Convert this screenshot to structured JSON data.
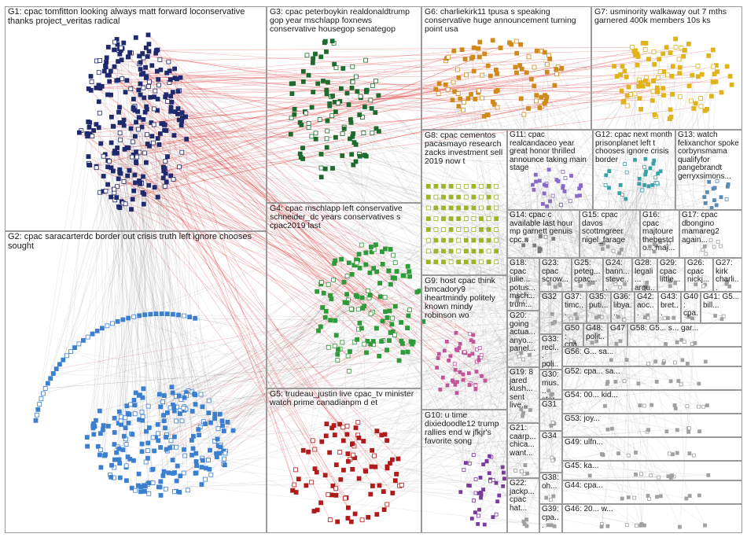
{
  "groups": [
    {
      "id": "G1",
      "label": "G1: cpac tomfitton looking always matt forward loconservative thanks project_veritas radical",
      "color": "#1f2a6e"
    },
    {
      "id": "G2",
      "label": "G2: cpac saracarterdc border out crisis truth left ignore chooses sought",
      "color": "#3b7fd0"
    },
    {
      "id": "G3",
      "label": "G3: cpac peterboykin realdonaldtrump gop year mschlapp foxnews conservative housegop senategop",
      "color": "#1e6b2e"
    },
    {
      "id": "G4",
      "label": "G4: cpac mschlapp left conservative schneider_dc years conservatives s cpac2019 last",
      "color": "#2e9a3a"
    },
    {
      "id": "G5",
      "label": "G5: trudeau_justin live cpac_tv minister watch prime canadianpm d et",
      "color": "#b01b1b"
    },
    {
      "id": "G6",
      "label": "G6: charliekirk11 tpusa s speaking conservative huge announcement turning point usa",
      "color": "#d08a1c"
    },
    {
      "id": "G7",
      "label": "G7: usminority walkaway out 7 mths garnered 400k members 10s ks",
      "color": "#e0b21c"
    },
    {
      "id": "G8",
      "label": "G8: cpac cementos pacasmayo research zacks investment sell 2019 now t",
      "color": "#9fb32a"
    },
    {
      "id": "G9",
      "label": "G9: host cpac think bmcadory9 iheartmindy politely known mindy robinson wo",
      "color": "#c2559a"
    },
    {
      "id": "G10",
      "label": "G10: u time dixiedoodle12 trump rallies end w jfkjr's favorite song",
      "color": "#7a3aa0"
    },
    {
      "id": "G11",
      "label": "G11: cpac realcandaceo year great honor thrilled announce taking main stage",
      "color": "#8a6ac8"
    },
    {
      "id": "G12",
      "label": "G12: cpac next month prisonplanet left t chooses ignore crisis border",
      "color": "#3aa0a8"
    },
    {
      "id": "G13",
      "label": "G13: watch felixanchor spoke corbynsmama qualifyfor pangebrandt gerryxsimons...",
      "color": "#5a8ab8"
    },
    {
      "id": "G14",
      "label": "G14: cpac c available last hour mp garnett genuis cpc...",
      "color": "#7a7a7a"
    },
    {
      "id": "G15",
      "label": "G15: cpac davos scottmgreer nigel_farage",
      "color": "#a0a0a0"
    },
    {
      "id": "G16",
      "label": "G16: cpac majtoure thebestclo... maj...",
      "color": "#a0a0a0"
    },
    {
      "id": "G17",
      "label": "G17: cpac dbongino mamareg2 again...",
      "color": "#a0a0a0"
    },
    {
      "id": "G18",
      "label": "G18: cpac julie... potus... msch... trum...",
      "color": "#a0a0a0"
    },
    {
      "id": "G23",
      "label": "G23: cpac scrow...",
      "color": "#a0a0a0"
    },
    {
      "id": "G25",
      "label": "G25: peteg... cpac...",
      "color": "#a0a0a0"
    },
    {
      "id": "G24",
      "label": "G24: bann... steve...",
      "color": "#a0a0a0"
    },
    {
      "id": "G28",
      "label": "G28: legali... argu...",
      "color": "#a0a0a0"
    },
    {
      "id": "G29",
      "label": "G29: cpac little...",
      "color": "#a0a0a0"
    },
    {
      "id": "G26",
      "label": "G26: cpac nickj...",
      "color": "#a0a0a0"
    },
    {
      "id": "G27",
      "label": "G27: kirk charli...",
      "color": "#a0a0a0"
    },
    {
      "id": "G32",
      "label": "G32",
      "color": "#a0a0a0"
    },
    {
      "id": "G37",
      "label": "G37: timc...",
      "color": "#a0a0a0"
    },
    {
      "id": "G35",
      "label": "G35: puti...",
      "color": "#a0a0a0"
    },
    {
      "id": "G36",
      "label": "G36: libya...",
      "color": "#a0a0a0"
    },
    {
      "id": "G42",
      "label": "G42: aoc...",
      "color": "#a0a0a0"
    },
    {
      "id": "G43",
      "label": "G43: bret...",
      "color": "#a0a0a0"
    },
    {
      "id": "G40",
      "label": "G40: cpa...",
      "color": "#a0a0a0"
    },
    {
      "id": "G41",
      "label": "G41: G5... bill...",
      "color": "#a0a0a0"
    },
    {
      "id": "G20",
      "label": "G20: going actua... anyo... panel...",
      "color": "#a0a0a0"
    },
    {
      "id": "G33",
      "label": "G33: recl... poli...",
      "color": "#a0a0a0"
    },
    {
      "id": "G50",
      "label": "G50: cpa...",
      "color": "#a0a0a0"
    },
    {
      "id": "G48",
      "label": "G48: polit...",
      "color": "#a0a0a0"
    },
    {
      "id": "G47",
      "label": "G47",
      "color": "#a0a0a0"
    },
    {
      "id": "G58",
      "label": "G58: G5... s... gar...",
      "color": "#a0a0a0"
    },
    {
      "id": "G56",
      "label": "G56: G... sa...",
      "color": "#a0a0a0"
    },
    {
      "id": "G52",
      "label": "G52: cpa... sa...",
      "color": "#a0a0a0"
    },
    {
      "id": "G30",
      "label": "G30: mus... stor...",
      "color": "#a0a0a0"
    },
    {
      "id": "G19",
      "label": "G19: 8 jared kush... sent live...",
      "color": "#a0a0a0"
    },
    {
      "id": "G54",
      "label": "G54: 00... kid...",
      "color": "#a0a0a0"
    },
    {
      "id": "G31",
      "label": "G31",
      "color": "#a0a0a0"
    },
    {
      "id": "G53",
      "label": "G53: joy...",
      "color": "#a0a0a0"
    },
    {
      "id": "G21",
      "label": "G21: caarp... chica... want...",
      "color": "#a0a0a0"
    },
    {
      "id": "G34",
      "label": "G34",
      "color": "#a0a0a0"
    },
    {
      "id": "G49",
      "label": "G49: ulfn...",
      "color": "#a0a0a0"
    },
    {
      "id": "G45",
      "label": "G45: ka...",
      "color": "#a0a0a0"
    },
    {
      "id": "G38",
      "label": "G38: oh...",
      "color": "#a0a0a0"
    },
    {
      "id": "G44",
      "label": "G44: cpa...",
      "color": "#a0a0a0"
    },
    {
      "id": "G22",
      "label": "G22: jackp... cpac hat...",
      "color": "#a0a0a0"
    },
    {
      "id": "G39",
      "label": "G39: cpa...",
      "color": "#a0a0a0"
    },
    {
      "id": "G46",
      "label": "G46: 20... w...",
      "color": "#a0a0a0"
    }
  ]
}
